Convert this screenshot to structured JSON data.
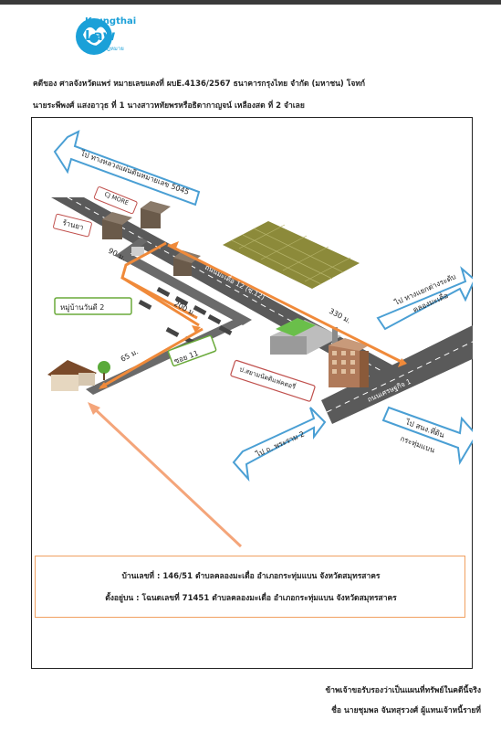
{
  "logo": {
    "line1": "Krungthai",
    "line2": "Law",
    "line3": "กรุงไทยกฎหมาย",
    "color": "#1ba0d8"
  },
  "case_text": {
    "line1": "คดีของ ศาลจังหวัดแพร่ หมายเลขแดงที่ ผบE.4136/2567 ธนาคารกรุงไทย จำกัด (มหาชน) โจทก์",
    "line2": "นายระพีพงศ์ แสงอาวุธ ที่ 1 นางสาวหทัยพรหรือธิดากาญจน์ เหลืองสด ที่ 2 จำเลย"
  },
  "map": {
    "arrow_top_left": [
      "ไป ทางหลวงแผ่นดินหมายเลข 5045"
    ],
    "arrow_right": [
      "ไป ทางแยกต่างระดับ",
      "คลองมะเดื่อ"
    ],
    "arrow_bottom_left": [
      "ไป ถ. พระราม 2"
    ],
    "arrow_bottom_right": [
      "ไป สนง.ที่ดิน",
      "กระทุ่มแบน"
    ],
    "label_cj": "CJ MORE",
    "label_shop": "ร้านยา",
    "label_village": "หมู่บ้านวันดี 2",
    "label_soi": "ซอย 11",
    "label_landmark": "ป.สยามนัตติแฟคตอรี่",
    "road_main": "ถนนเศรษฐกิจ 1",
    "road_soi12": "ถนนมะเดื่อ 12 (ซ.12)",
    "dist_90": "90 ม.",
    "dist_200": "200 ม.",
    "dist_65": "65 ม.",
    "dist_330": "330 ม."
  },
  "address": {
    "line1": "บ้านเลขที่ : 146/51 ตำบลคลองมะเดื่อ อำเภอกระทุ่มแบน จังหวัดสมุทรสาคร",
    "line2": "ตั้งอยู่บน : โฉนดเลขที่ 71451 ตำบลคลองมะเดื่อ อำเภอกระทุ่มแบน จังหวัดสมุทรสาคร"
  },
  "footer": {
    "line1": "ข้าพเจ้าขอรับรองว่าเป็นแผนที่ทรัพย์ในคดีนี้จริง",
    "line2": "ชื่อ นายชุมพล จันทสุรวงศ์ ผู้แทนเจ้าหนี้รายที่"
  },
  "colors": {
    "arrow_stroke": "#4a9fd4",
    "route": "#f08a3a",
    "road": "#555555",
    "label_green": "#6aaa3a",
    "label_red": "#c0504d",
    "farm": "#8c8a3a"
  }
}
